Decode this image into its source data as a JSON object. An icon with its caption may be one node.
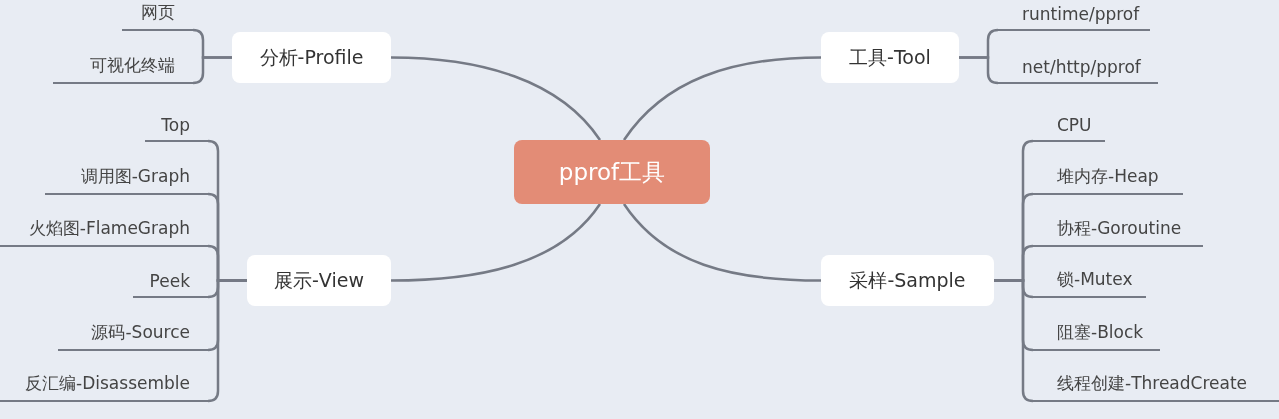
{
  "diagram": {
    "nodes": [
      {
        "text": [
          "pprof工具"
        ]
      },
      {
        "text": [
          "分析-Profile"
        ]
      },
      {
        "text": [
          "网页"
        ]
      },
      {
        "text": [
          "可视化终端"
        ]
      },
      {
        "text": [
          "展示-View"
        ]
      },
      {
        "text": [
          "Top"
        ]
      },
      {
        "text": [
          "调用图-Graph"
        ]
      },
      {
        "text": [
          "火焰图-FlameGraph"
        ]
      },
      {
        "text": [
          "Peek"
        ]
      },
      {
        "text": [
          "源码-Source"
        ]
      },
      {
        "text": [
          "反汇编-Disassemble"
        ]
      },
      {
        "text": [
          "工具-Tool"
        ]
      },
      {
        "text": [
          "runtime/pprof"
        ]
      },
      {
        "text": [
          "net/http/pprof"
        ]
      },
      {
        "text": [
          "采样-Sample"
        ]
      },
      {
        "text": [
          "CPU"
        ]
      },
      {
        "text": [
          "堆内存-Heap"
        ]
      },
      {
        "text": [
          "协程-Goroutine"
        ]
      },
      {
        "text": [
          "锁-Mutex"
        ]
      },
      {
        "text": [
          "阻塞-Block"
        ]
      },
      {
        "text": [
          "线程创建-ThreadCreate"
        ]
      }
    ],
    "edges": [
      {
        "from": 0,
        "to": 1,
        "arrow": "none"
      },
      {
        "from": 1,
        "to": 2,
        "arrow": "none"
      },
      {
        "from": 1,
        "to": 3,
        "arrow": "none"
      },
      {
        "from": 0,
        "to": 4,
        "arrow": "none"
      },
      {
        "from": 4,
        "to": 5,
        "arrow": "none"
      },
      {
        "from": 4,
        "to": 6,
        "arrow": "none"
      },
      {
        "from": 4,
        "to": 7,
        "arrow": "none"
      },
      {
        "from": 4,
        "to": 8,
        "arrow": "none"
      },
      {
        "from": 4,
        "to": 9,
        "arrow": "none"
      },
      {
        "from": 4,
        "to": 10,
        "arrow": "none"
      },
      {
        "from": 0,
        "to": 11,
        "arrow": "none"
      },
      {
        "from": 11,
        "to": 12,
        "arrow": "none"
      },
      {
        "from": 11,
        "to": 13,
        "arrow": "none"
      },
      {
        "from": 0,
        "to": 14,
        "arrow": "none"
      },
      {
        "from": 14,
        "to": 15,
        "arrow": "none"
      },
      {
        "from": 14,
        "to": 16,
        "arrow": "none"
      },
      {
        "from": 14,
        "to": 17,
        "arrow": "none"
      },
      {
        "from": 14,
        "to": 18,
        "arrow": "none"
      },
      {
        "from": 14,
        "to": 19,
        "arrow": "none"
      },
      {
        "from": 14,
        "to": 20,
        "arrow": "none"
      }
    ]
  }
}
